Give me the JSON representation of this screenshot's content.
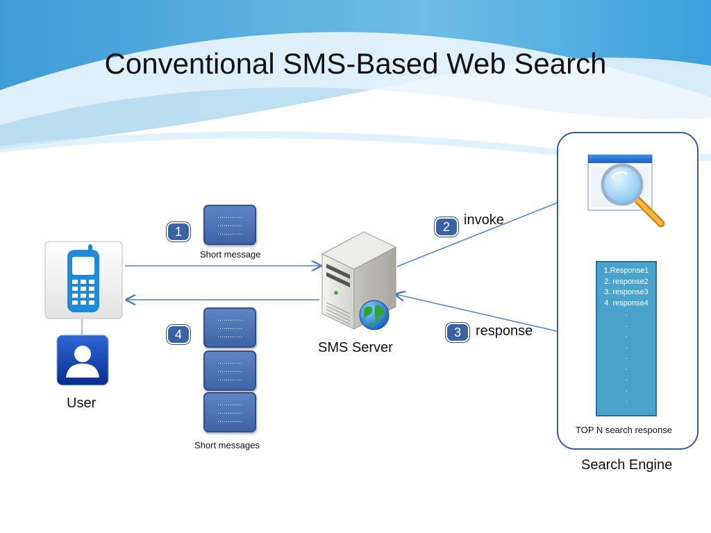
{
  "title": "Conventional SMS-Based Web Search",
  "user": {
    "label": "User"
  },
  "server": {
    "label": "SMS  Server"
  },
  "search_engine": {
    "label": "Search Engine",
    "caption": "TOP N search response"
  },
  "steps": [
    {
      "number": "1"
    },
    {
      "number": "2",
      "label": "invoke"
    },
    {
      "number": "3",
      "label": "response"
    },
    {
      "number": "4"
    }
  ],
  "short_message": {
    "label": "Short message",
    "lines": [
      "…………",
      "…………",
      "…………"
    ]
  },
  "short_messages": {
    "label": "Short messages",
    "count": 3,
    "lines": [
      "…………",
      "…………",
      "…………"
    ]
  },
  "responses": {
    "items": [
      "1.Response1",
      "2. response2",
      "3. response3",
      "4. response4"
    ],
    "continuation": [
      ".",
      ".",
      ".",
      ".",
      ".",
      ".",
      ".",
      ".",
      "."
    ]
  },
  "colors": {
    "accent": "#3b63a3",
    "list": "#4aa3cb",
    "frame": "#355b95",
    "arrow": "#4f7fbf"
  },
  "icons": [
    "mobile-phone-icon",
    "user-silhouette-icon",
    "server-tower-icon",
    "globe-icon",
    "search-window-icon",
    "magnifier-icon"
  ]
}
